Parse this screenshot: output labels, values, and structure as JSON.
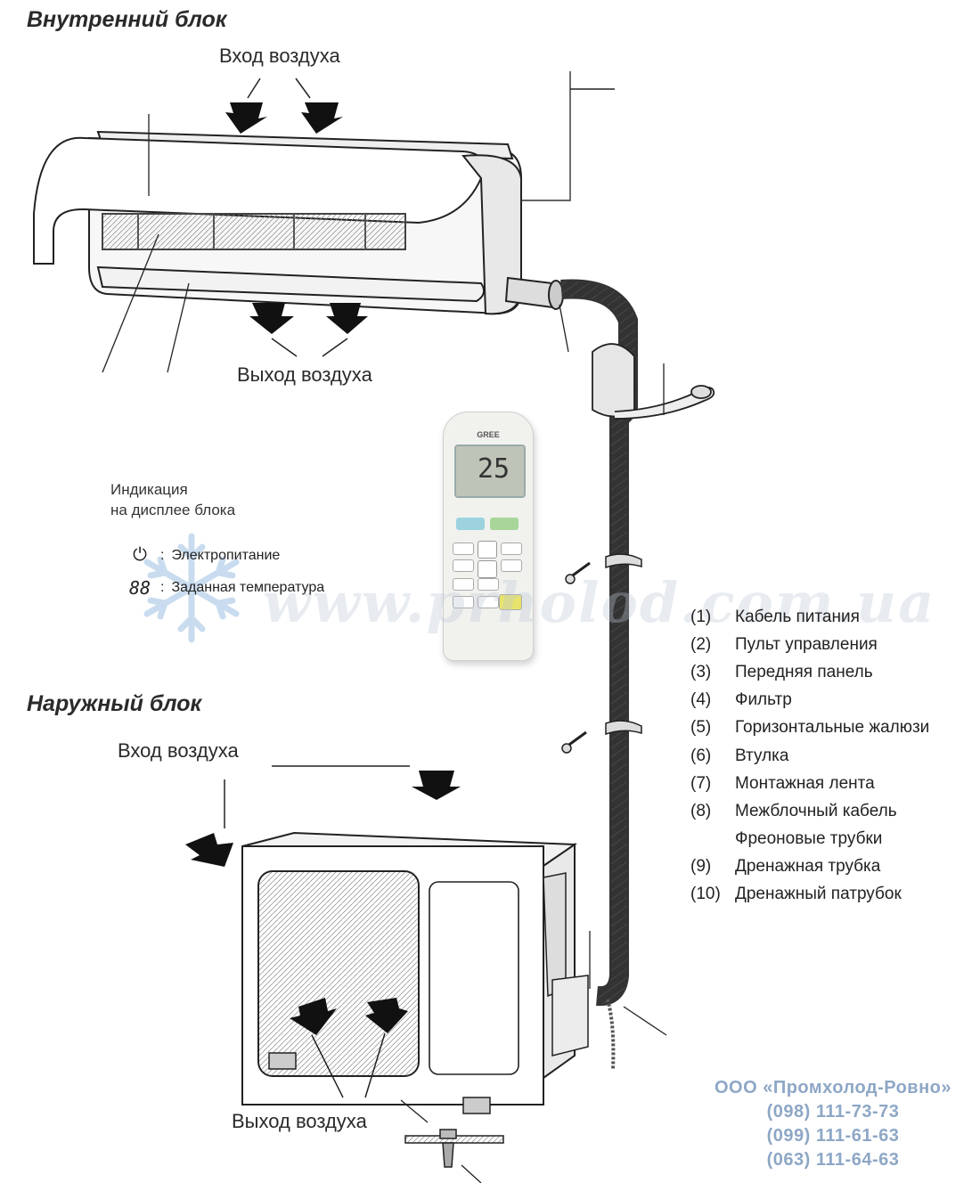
{
  "indoor": {
    "title": "Внутренний блок",
    "air_in": "Вход воздуха",
    "air_out": "Выход воздуха"
  },
  "indication": {
    "title_line1": "Индикация",
    "title_line2": "на дисплее блока",
    "power_symbol": "⏻",
    "power_label": "Электропитание",
    "temp_symbol": "88",
    "temp_label": "Заданная температура"
  },
  "remote": {
    "brand": "GREE",
    "display_value": "25"
  },
  "watermark": "www.prholod.com.ua",
  "legend": [
    {
      "num": "(1)",
      "label": "Кабель питания"
    },
    {
      "num": "(2)",
      "label": "Пульт управления"
    },
    {
      "num": "(3)",
      "label": "Передняя панель"
    },
    {
      "num": "(4)",
      "label": "Фильтр"
    },
    {
      "num": "(5)",
      "label": "Горизонтальные жалюзи"
    },
    {
      "num": "(6)",
      "label": "Втулка"
    },
    {
      "num": "(7)",
      "label": "Монтажная лента"
    },
    {
      "num": "(8)",
      "label": "Межблочный кабель"
    },
    {
      "num": "",
      "label": "Фреоновые трубки"
    },
    {
      "num": "(9)",
      "label": "Дренажная трубка"
    },
    {
      "num": "(10)",
      "label": "Дренажный патрубок"
    }
  ],
  "outdoor": {
    "title": "Наружный блок",
    "air_in": "Вход воздуха",
    "air_out": "Выход воздуха"
  },
  "company": {
    "name": "ООО «Промхолод-Ровно»",
    "phones": [
      "(098) 111-73-73",
      "(099) 111-61-63",
      "(063) 111-64-63"
    ]
  },
  "colors": {
    "company_text": "#8ea7c6",
    "watermark": "#bec8d7",
    "line": "#222222"
  },
  "icons": [
    "snowflake-icon",
    "power-icon",
    "screw-icon",
    "arrow-down-icon"
  ]
}
